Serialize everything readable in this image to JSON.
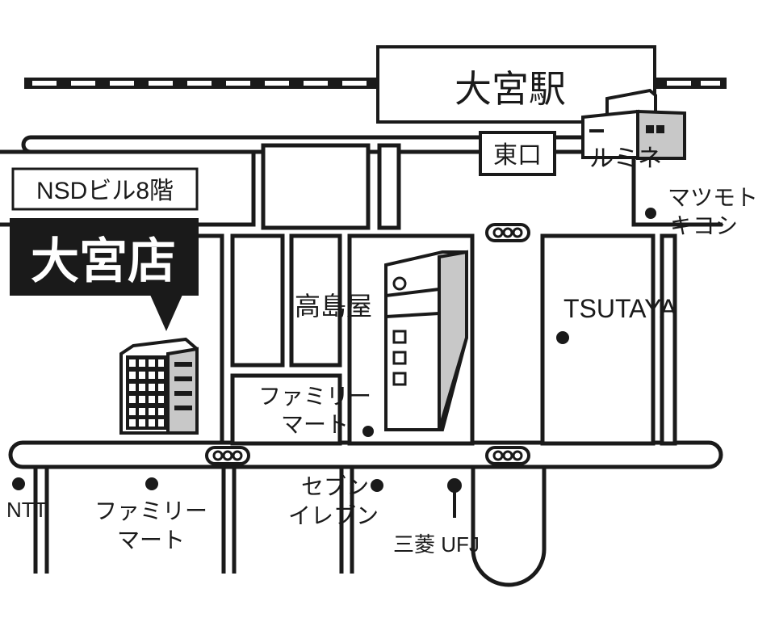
{
  "map": {
    "colors": {
      "ink": "#1a1a1a",
      "paper": "#ffffff",
      "building_shade": "#c8c8c8",
      "label_box_bg": "#1a1a1a",
      "label_box_text": "#ffffff"
    },
    "station": {
      "name": "大宮駅",
      "exit": "東口"
    },
    "store": {
      "floor": "NSDビル8階",
      "name": "大宮店"
    },
    "landmarks": {
      "lumine": "ルミネ",
      "matsumoto_line1": "マツモト",
      "matsumoto_line2": "キヨシ",
      "takashimaya": "高島屋",
      "tsutaya": "TSUTAYA",
      "familymart_upper_line1": "ファミリー",
      "familymart_upper_line2": "マート",
      "ntt": "NTT",
      "familymart_lower_line1": "ファミリー",
      "familymart_lower_line2": "マート",
      "seven_line1": "セブン",
      "seven_line2": "イレブン",
      "mufg": "三菱 UFJ"
    },
    "icons": [
      "railway-track-icon",
      "traffic-signal-icon",
      "building-icon",
      "location-dot-icon",
      "pointer-triangle-icon"
    ]
  }
}
